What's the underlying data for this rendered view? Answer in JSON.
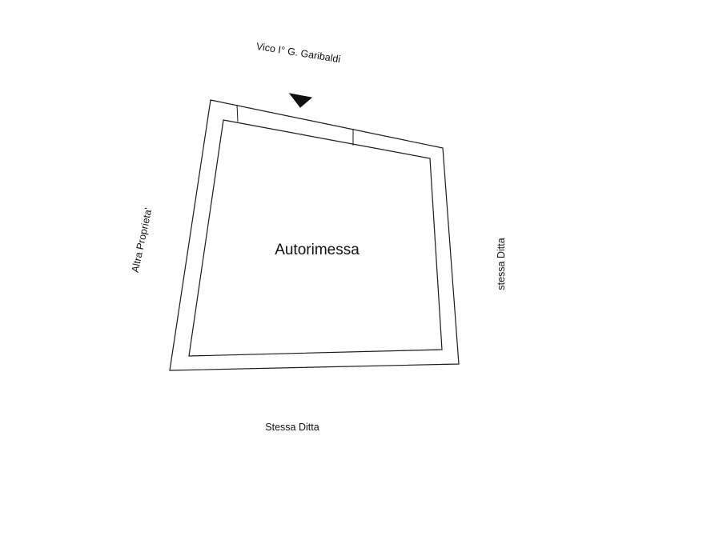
{
  "plan": {
    "room_label": "Autorimessa",
    "north_label": "Vico I° G. Garibaldi",
    "south_label": "Stessa Ditta",
    "east_label": "stessa Ditta",
    "west_label": "Altra Proprieta'"
  },
  "colors": {
    "line": "#1a1a1a",
    "background": "#ffffff"
  },
  "icons": {
    "entrance": "triangle-down-icon"
  }
}
